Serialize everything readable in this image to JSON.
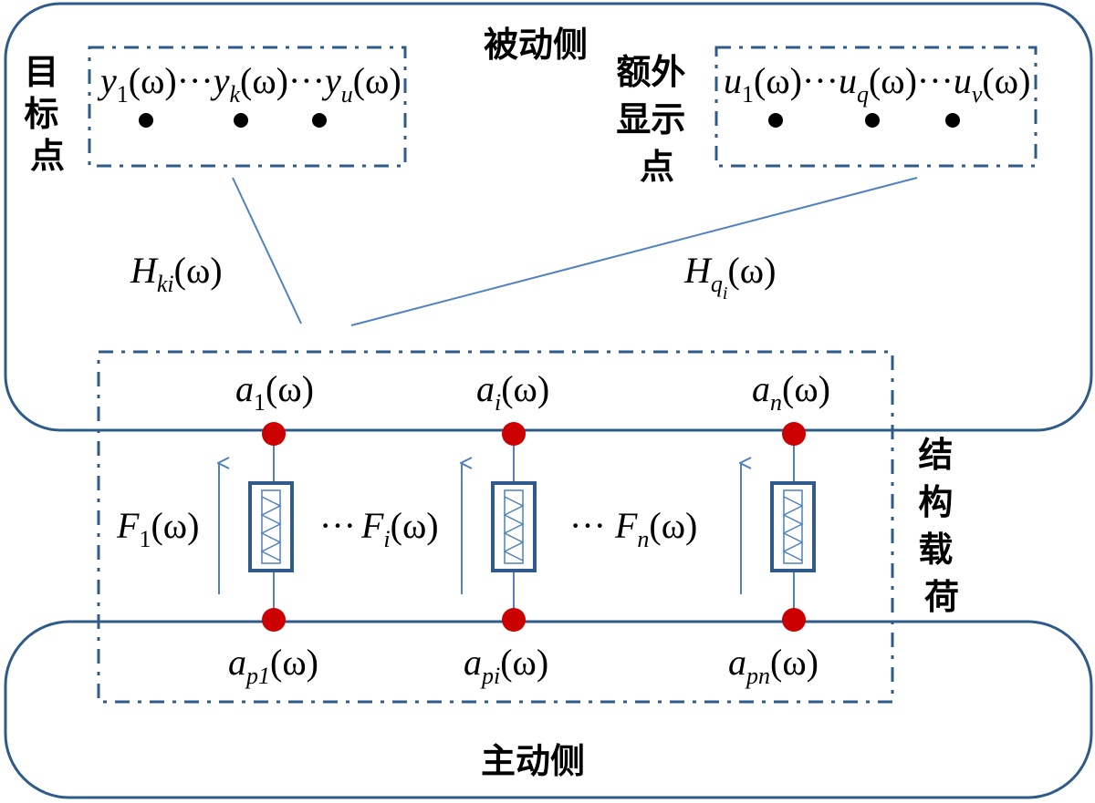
{
  "colors": {
    "frame": "#2e5b8a",
    "link": "#4f82be",
    "node": "#cc0000",
    "dot": "#000000",
    "text": "#000000"
  },
  "labels": {
    "passive_side": "被动侧",
    "active_side": "主动侧",
    "target_points": [
      "目",
      "标",
      "点"
    ],
    "extra_points": [
      "额外",
      "显示",
      "点"
    ],
    "structural_load": [
      "结",
      "构",
      "载",
      "荷"
    ]
  },
  "math": {
    "omega": "(ω)",
    "ellipsis": "···",
    "y": {
      "sym": "y",
      "subs": [
        "1",
        "k",
        "u"
      ]
    },
    "u": {
      "sym": "u",
      "subs": [
        "1",
        "q",
        "v"
      ]
    },
    "H_ki": {
      "sym": "H",
      "sub": "ki"
    },
    "H_qi": {
      "sym": "H",
      "sub": "q",
      "subsub": "i"
    },
    "a": {
      "sym": "a",
      "subs": [
        "1",
        "i",
        "n"
      ]
    },
    "ap": {
      "sym": "a",
      "subs": [
        "p1",
        "pi",
        "pn"
      ]
    },
    "F": {
      "sym": "F",
      "subs": [
        "1",
        "i",
        "n"
      ]
    }
  }
}
